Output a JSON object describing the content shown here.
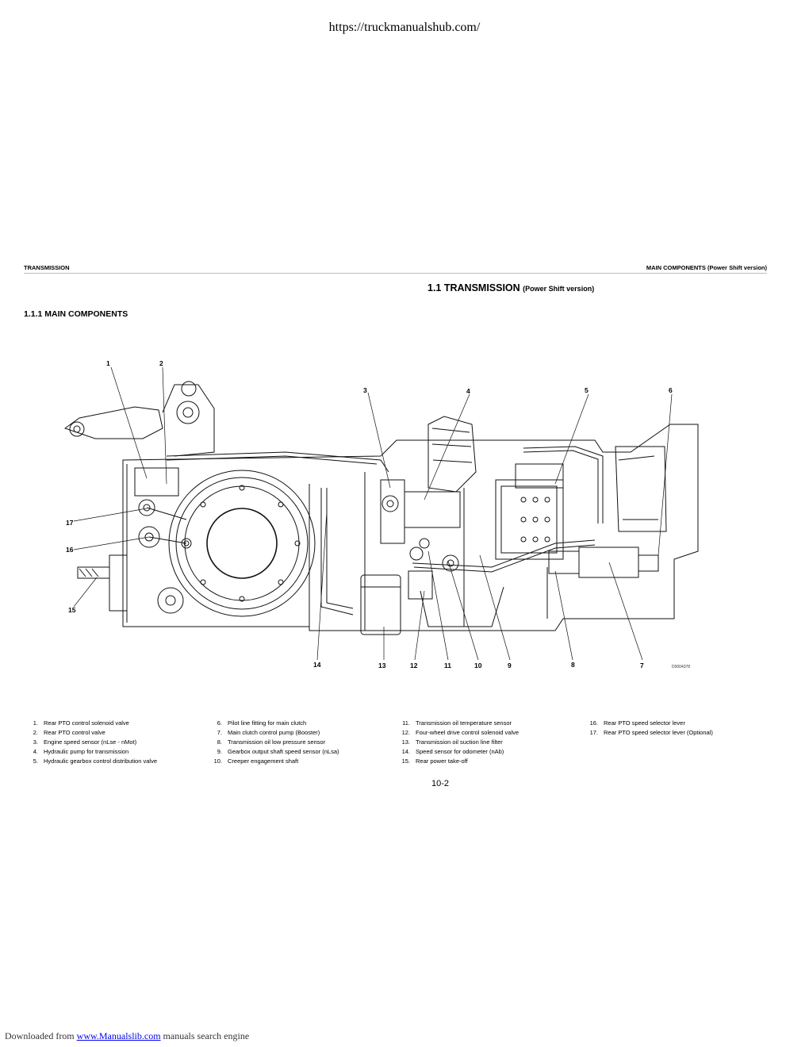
{
  "page": {
    "source_url": "https://truckmanualshub.com/",
    "header_left": "TRANSMISSION",
    "header_right": "MAIN COMPONENTS (Power Shift version)",
    "title_main": "1.1 TRANSMISSION",
    "title_sub": "(Power Shift version)",
    "subtitle": "1.1.1 MAIN COMPONENTS",
    "drawing_code": "D0004378",
    "page_number": "10-2"
  },
  "callouts": [
    {
      "label": "1"
    },
    {
      "label": "2"
    },
    {
      "label": "3"
    },
    {
      "label": "4"
    },
    {
      "label": "5"
    },
    {
      "label": "6"
    },
    {
      "label": "17"
    },
    {
      "label": "16"
    },
    {
      "label": "15"
    },
    {
      "label": "14"
    },
    {
      "label": "13"
    },
    {
      "label": "12"
    },
    {
      "label": "11"
    },
    {
      "label": "10"
    },
    {
      "label": "9"
    },
    {
      "label": "8"
    },
    {
      "label": "7"
    }
  ],
  "legend": [
    [
      {
        "num": "1.",
        "text": "Rear PTO control solenoid valve"
      },
      {
        "num": "2.",
        "text": "Rear PTO control valve"
      },
      {
        "num": "3.",
        "text": "Engine speed sensor (nLse - nMot)"
      },
      {
        "num": "4.",
        "text": "Hydraulic pump for transmission"
      },
      {
        "num": "5.",
        "text": "Hydraulic gearbox control distribution valve"
      }
    ],
    [
      {
        "num": "6.",
        "text": "Pilot line fitting for main clutch"
      },
      {
        "num": "7.",
        "text": "Main clutch control pump (Booster)"
      },
      {
        "num": "8.",
        "text": "Transmission oil low pressure sensor"
      },
      {
        "num": "9.",
        "text": "Gearbox output shaft speed sensor (nLsa)"
      },
      {
        "num": "10.",
        "text": "Creeper engagement shaft"
      }
    ],
    [
      {
        "num": "11.",
        "text": "Transmission oil temperature sensor"
      },
      {
        "num": "12.",
        "text": "Four-wheel drive control solenoid valve"
      },
      {
        "num": "13.",
        "text": "Transmission oil suction line filter"
      },
      {
        "num": "14.",
        "text": "Speed sensor for odometer (nAb)"
      },
      {
        "num": "15.",
        "text": "Rear power take-off"
      }
    ],
    [
      {
        "num": "16.",
        "text": "Rear PTO speed selector lever"
      },
      {
        "num": "17.",
        "text": "Rear PTO speed selector lever (Optional)"
      }
    ]
  ],
  "footer": {
    "prefix": "Downloaded from ",
    "link": "www.Manualslib.com",
    "suffix": " manuals search engine"
  }
}
